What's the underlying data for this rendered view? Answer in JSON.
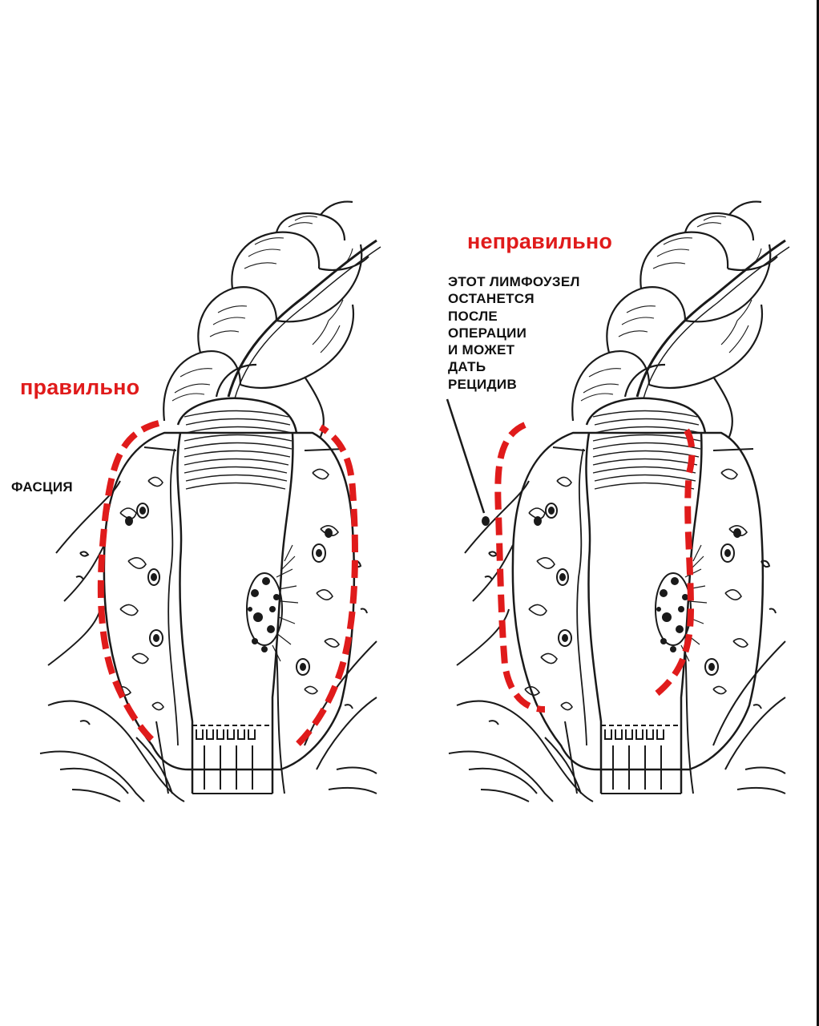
{
  "labels": {
    "correct": "правильно",
    "incorrect": "неправильно",
    "fascia": "ФАСЦИЯ",
    "lymph_note": [
      "ЭТОТ ЛИМФОУЗЕЛ",
      "ОСТАНЕТСЯ",
      "ПОСЛЕ",
      "ОПЕРАЦИИ",
      "И МОЖЕТ",
      "ДАТЬ",
      "РЕЦИДИВ"
    ]
  },
  "colors": {
    "annotation_red": "#e01b1b",
    "ink": "#1a1a1a",
    "background": "#ffffff"
  },
  "panels": [
    {
      "name": "correct",
      "resection_line": "dashed red outline enclosing fascia and mesorectum"
    },
    {
      "name": "incorrect",
      "resection_line": "dashed red outline inside fascia, leaving lymph node"
    }
  ]
}
